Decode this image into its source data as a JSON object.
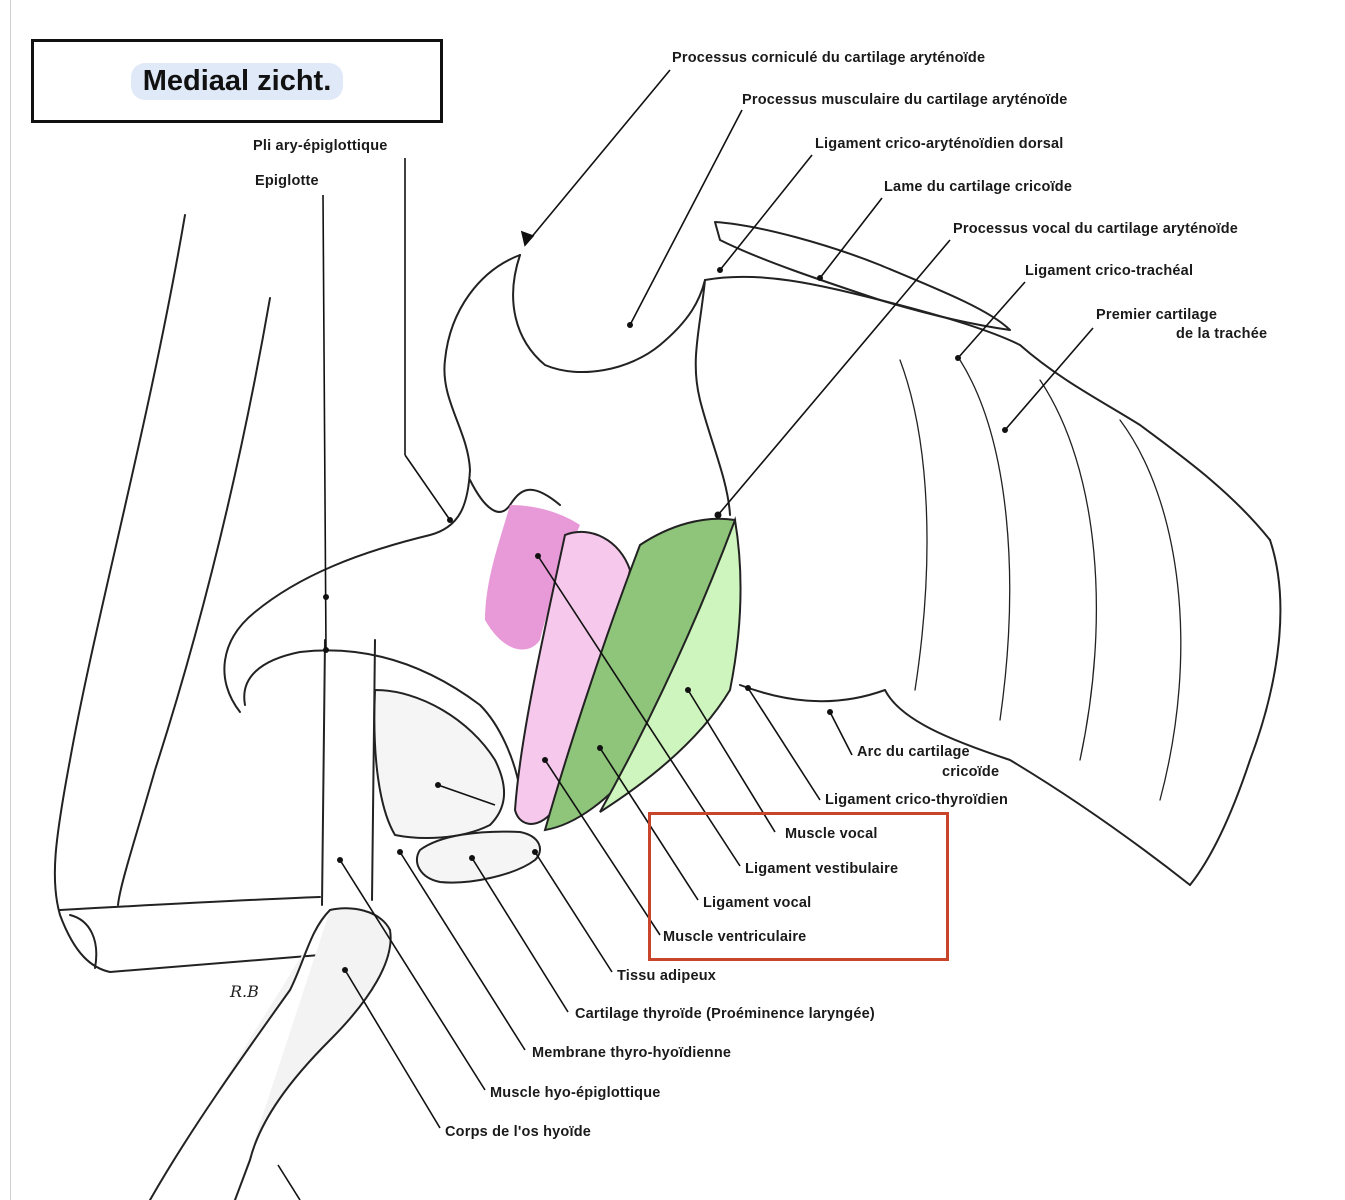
{
  "title": "Mediaal zicht.",
  "signature": "R.B",
  "colors": {
    "pink": "#e58fd4",
    "light_pink": "#f5c8ec",
    "green": "#8fc57a",
    "light_green": "#cdf5bd",
    "highlight_box": "#c8452c"
  },
  "labels": {
    "processus_cornicule": "Processus corniculé du cartilage aryténoïde",
    "processus_musculaire": "Processus musculaire du cartilage aryténoïde",
    "ligament_crico_arytenoidien": "Ligament crico-aryténoïdien dorsal",
    "lame_cricoide": "Lame du cartilage cricoïde",
    "processus_vocal": "Processus vocal du cartilage aryténoïde",
    "ligament_crico_tracheal": "Ligament crico-trachéal",
    "premier_cartilage_1": "Premier cartilage",
    "premier_cartilage_2": "de la trachée",
    "pli_ary_epiglottique": "Pli ary-épiglottique",
    "epiglotte": "Epiglotte",
    "arc_cricoide_1": "Arc du cartilage",
    "arc_cricoide_2": "cricoïde",
    "ligament_crico_thyroidien": "Ligament crico-thyroïdien",
    "muscle_vocal": "Muscle vocal",
    "ligament_vestibulaire": "Ligament vestibulaire",
    "ligament_vocal": "Ligament vocal",
    "muscle_ventriculaire": "Muscle ventriculaire",
    "tissu_adipeux": "Tissu adipeux",
    "cartilage_thyroide": "Cartilage thyroïde (Proéminence laryngée)",
    "membrane_thyro_hyoidienne": "Membrane thyro-hyoïdienne",
    "muscle_hyo_epiglottique": "Muscle hyo-épiglottique",
    "corps_os_hyoide": "Corps de l'os hyoïde"
  }
}
